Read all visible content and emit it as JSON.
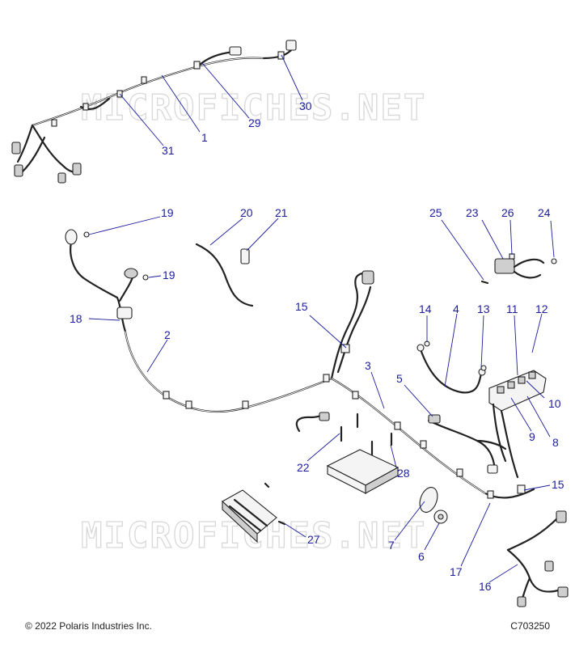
{
  "watermark": "MICROFICHES.NET",
  "footer": {
    "copyright": "© 2022 Polaris Industries Inc.",
    "figure_code": "C703250"
  },
  "callouts": [
    "1",
    "2",
    "3",
    "4",
    "5",
    "6",
    "7",
    "8",
    "9",
    "10",
    "11",
    "12",
    "13",
    "14",
    "15",
    "15",
    "16",
    "17",
    "18",
    "19",
    "19",
    "20",
    "21",
    "22",
    "23",
    "24",
    "25",
    "26",
    "27",
    "28",
    "29",
    "30",
    "31"
  ],
  "colors": {
    "callout": "#1d1d9e",
    "line": "#222222",
    "watermark": "#d8d8d8"
  }
}
